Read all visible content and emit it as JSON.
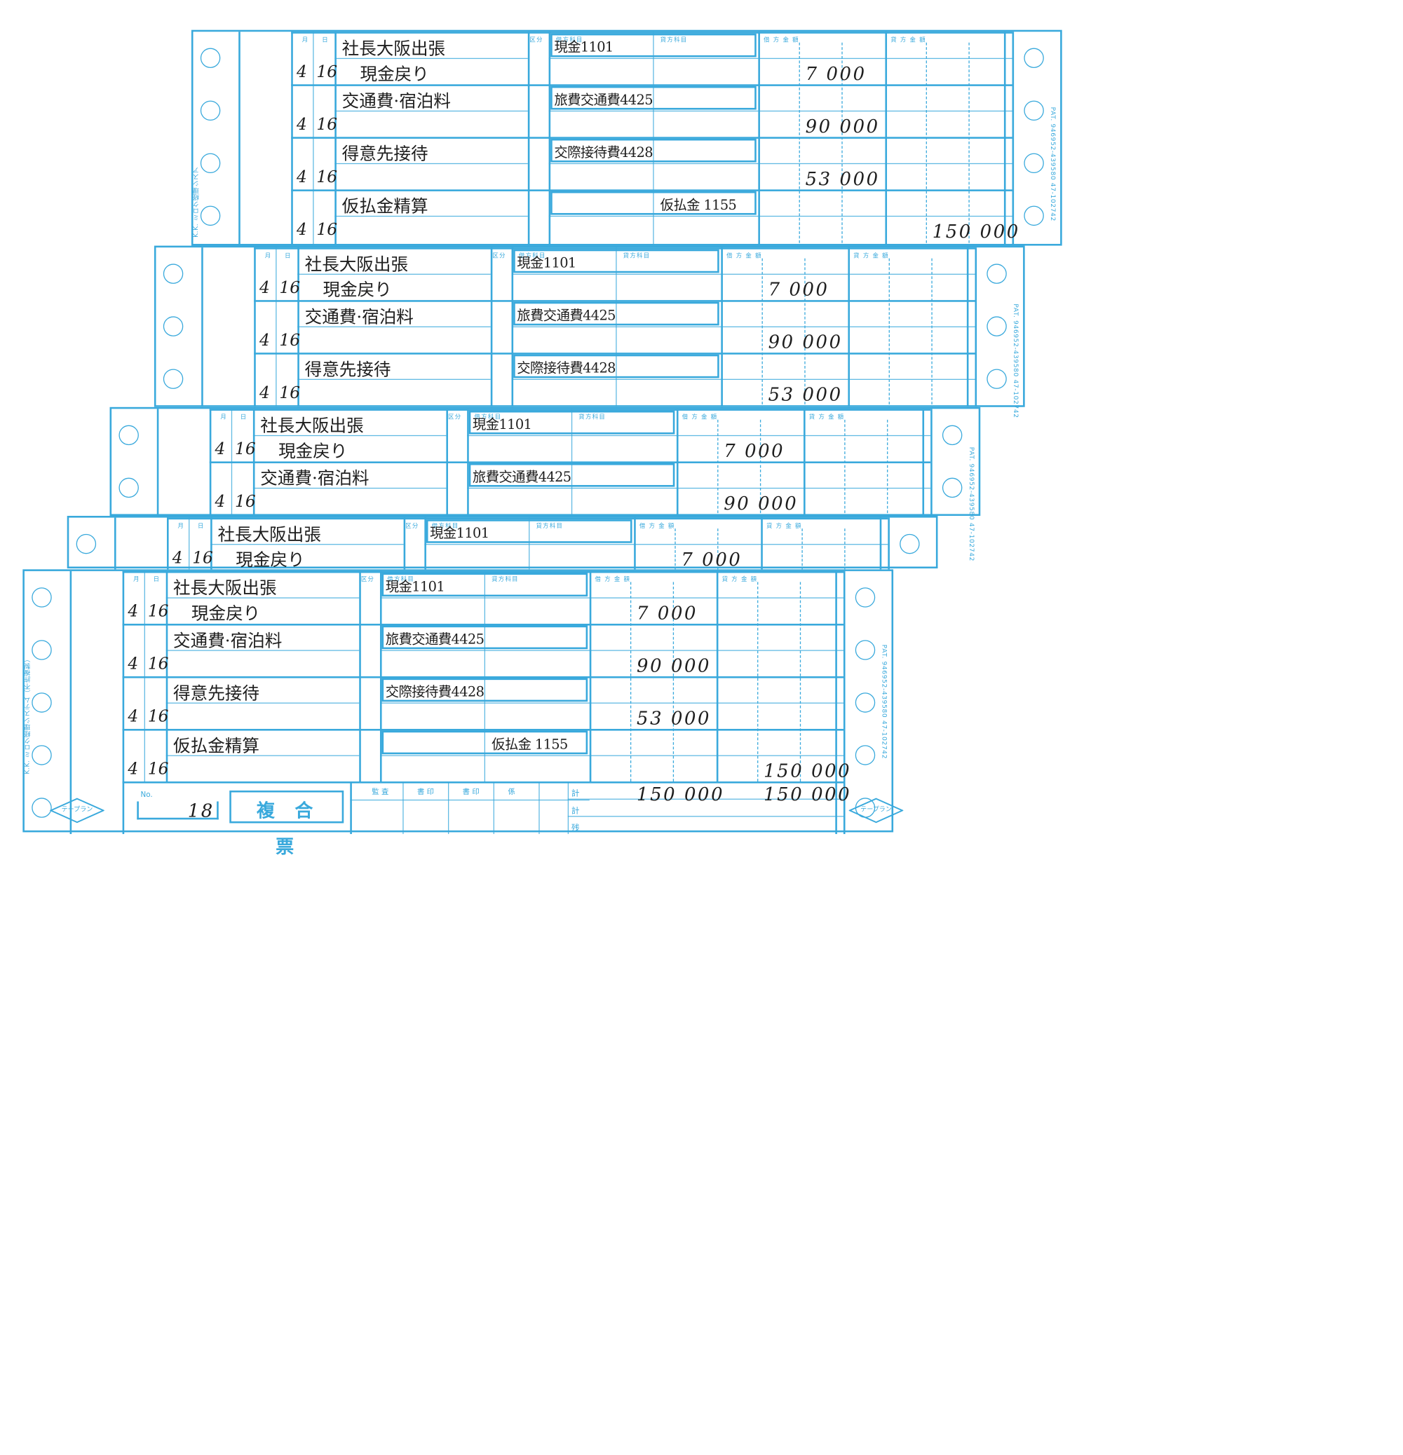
{
  "headers": {
    "month": "月",
    "day": "日",
    "kubun": "区分",
    "debit_account": "借方科目",
    "credit_account": "貸方科目",
    "debit_amount": "借 方 金 額",
    "credit_amount": "貸 方 金 額"
  },
  "side_text": {
    "left_brand_full": "K.K. ミロク経理システム（不許複製）",
    "left_brand_short": "K.K. ミロク経理シスア",
    "left_brand_tiny": "K.K.",
    "patent": "PAT. 946952-439580 47-102742"
  },
  "entries": [
    {
      "month": "4",
      "day": "16",
      "desc1": "社長大阪出張",
      "desc2": "現金戻り",
      "debit_account": "現金1101",
      "credit_account": "",
      "debit_amount": "7 000",
      "credit_amount": ""
    },
    {
      "month": "4",
      "day": "16",
      "desc1": "交通費·宿泊料",
      "desc2": "",
      "debit_account": "旅費交通費4425",
      "credit_account": "",
      "debit_amount": "90 000",
      "credit_amount": ""
    },
    {
      "month": "4",
      "day": "16",
      "desc1": "得意先接待",
      "desc2": "",
      "debit_account": "交際接待費4428",
      "credit_account": "",
      "debit_amount": "53 000",
      "credit_amount": ""
    },
    {
      "month": "4",
      "day": "16",
      "desc1": "仮払金精算",
      "desc2": "",
      "debit_account": "",
      "credit_account": "仮払金 1155",
      "debit_amount": "",
      "credit_amount": "150 000"
    }
  ],
  "footer": {
    "no_label": "No.",
    "no_value": "18",
    "form_title": "複合票",
    "approvals": [
      "監 査",
      "書 印",
      "書 印",
      "係"
    ],
    "total_labels": [
      "計",
      "計",
      "残"
    ],
    "debit_total": "150 000",
    "credit_total": "150 000",
    "brand_badge": "テープラン"
  },
  "colors": {
    "form_line": "#39a9dc",
    "ink": "#1e1e1e"
  }
}
